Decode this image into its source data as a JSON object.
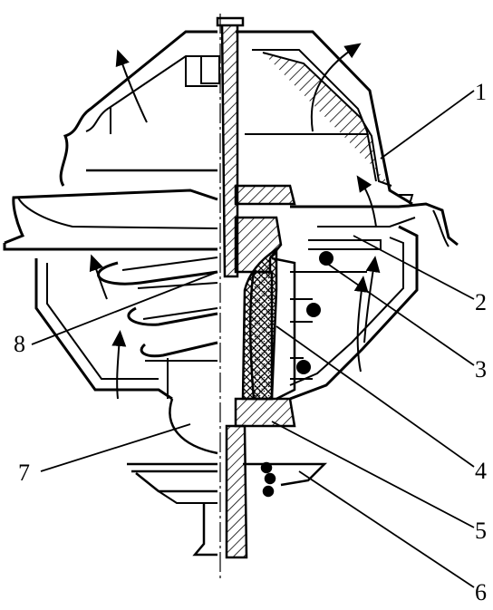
{
  "diagram": {
    "callouts": [
      {
        "id": "c1",
        "text": "1"
      },
      {
        "id": "c2",
        "text": "2"
      },
      {
        "id": "c3",
        "text": "3"
      },
      {
        "id": "c4",
        "text": "4"
      },
      {
        "id": "c5",
        "text": "5"
      },
      {
        "id": "c6",
        "text": "6"
      },
      {
        "id": "c7",
        "text": "7"
      },
      {
        "id": "c8",
        "text": "8"
      }
    ]
  },
  "colors": {
    "ink": "#000000",
    "paper": "#ffffff"
  }
}
